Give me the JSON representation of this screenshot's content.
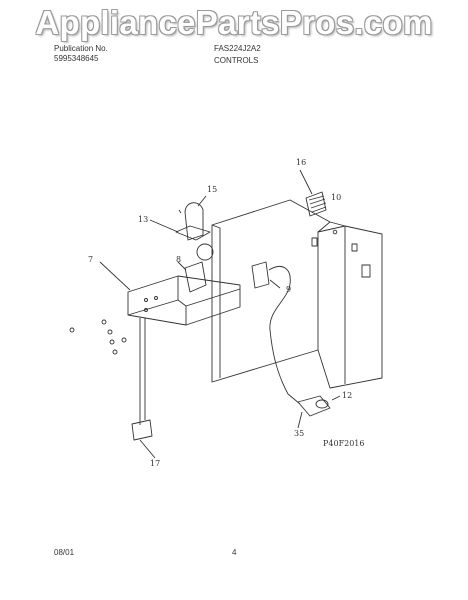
{
  "watermark": "AppliancePartsPros.com",
  "header": {
    "publication_label": "Publication No.",
    "publication_number": "5995348645",
    "model": "FAS224J2A2",
    "section": "CONTROLS"
  },
  "diagram": {
    "callouts": [
      "16",
      "15",
      "13",
      "10",
      "7",
      "8",
      "9",
      "12",
      "35",
      "17"
    ],
    "figure_code": "P40F2016"
  },
  "footer": {
    "date": "08/01",
    "page": "4"
  }
}
